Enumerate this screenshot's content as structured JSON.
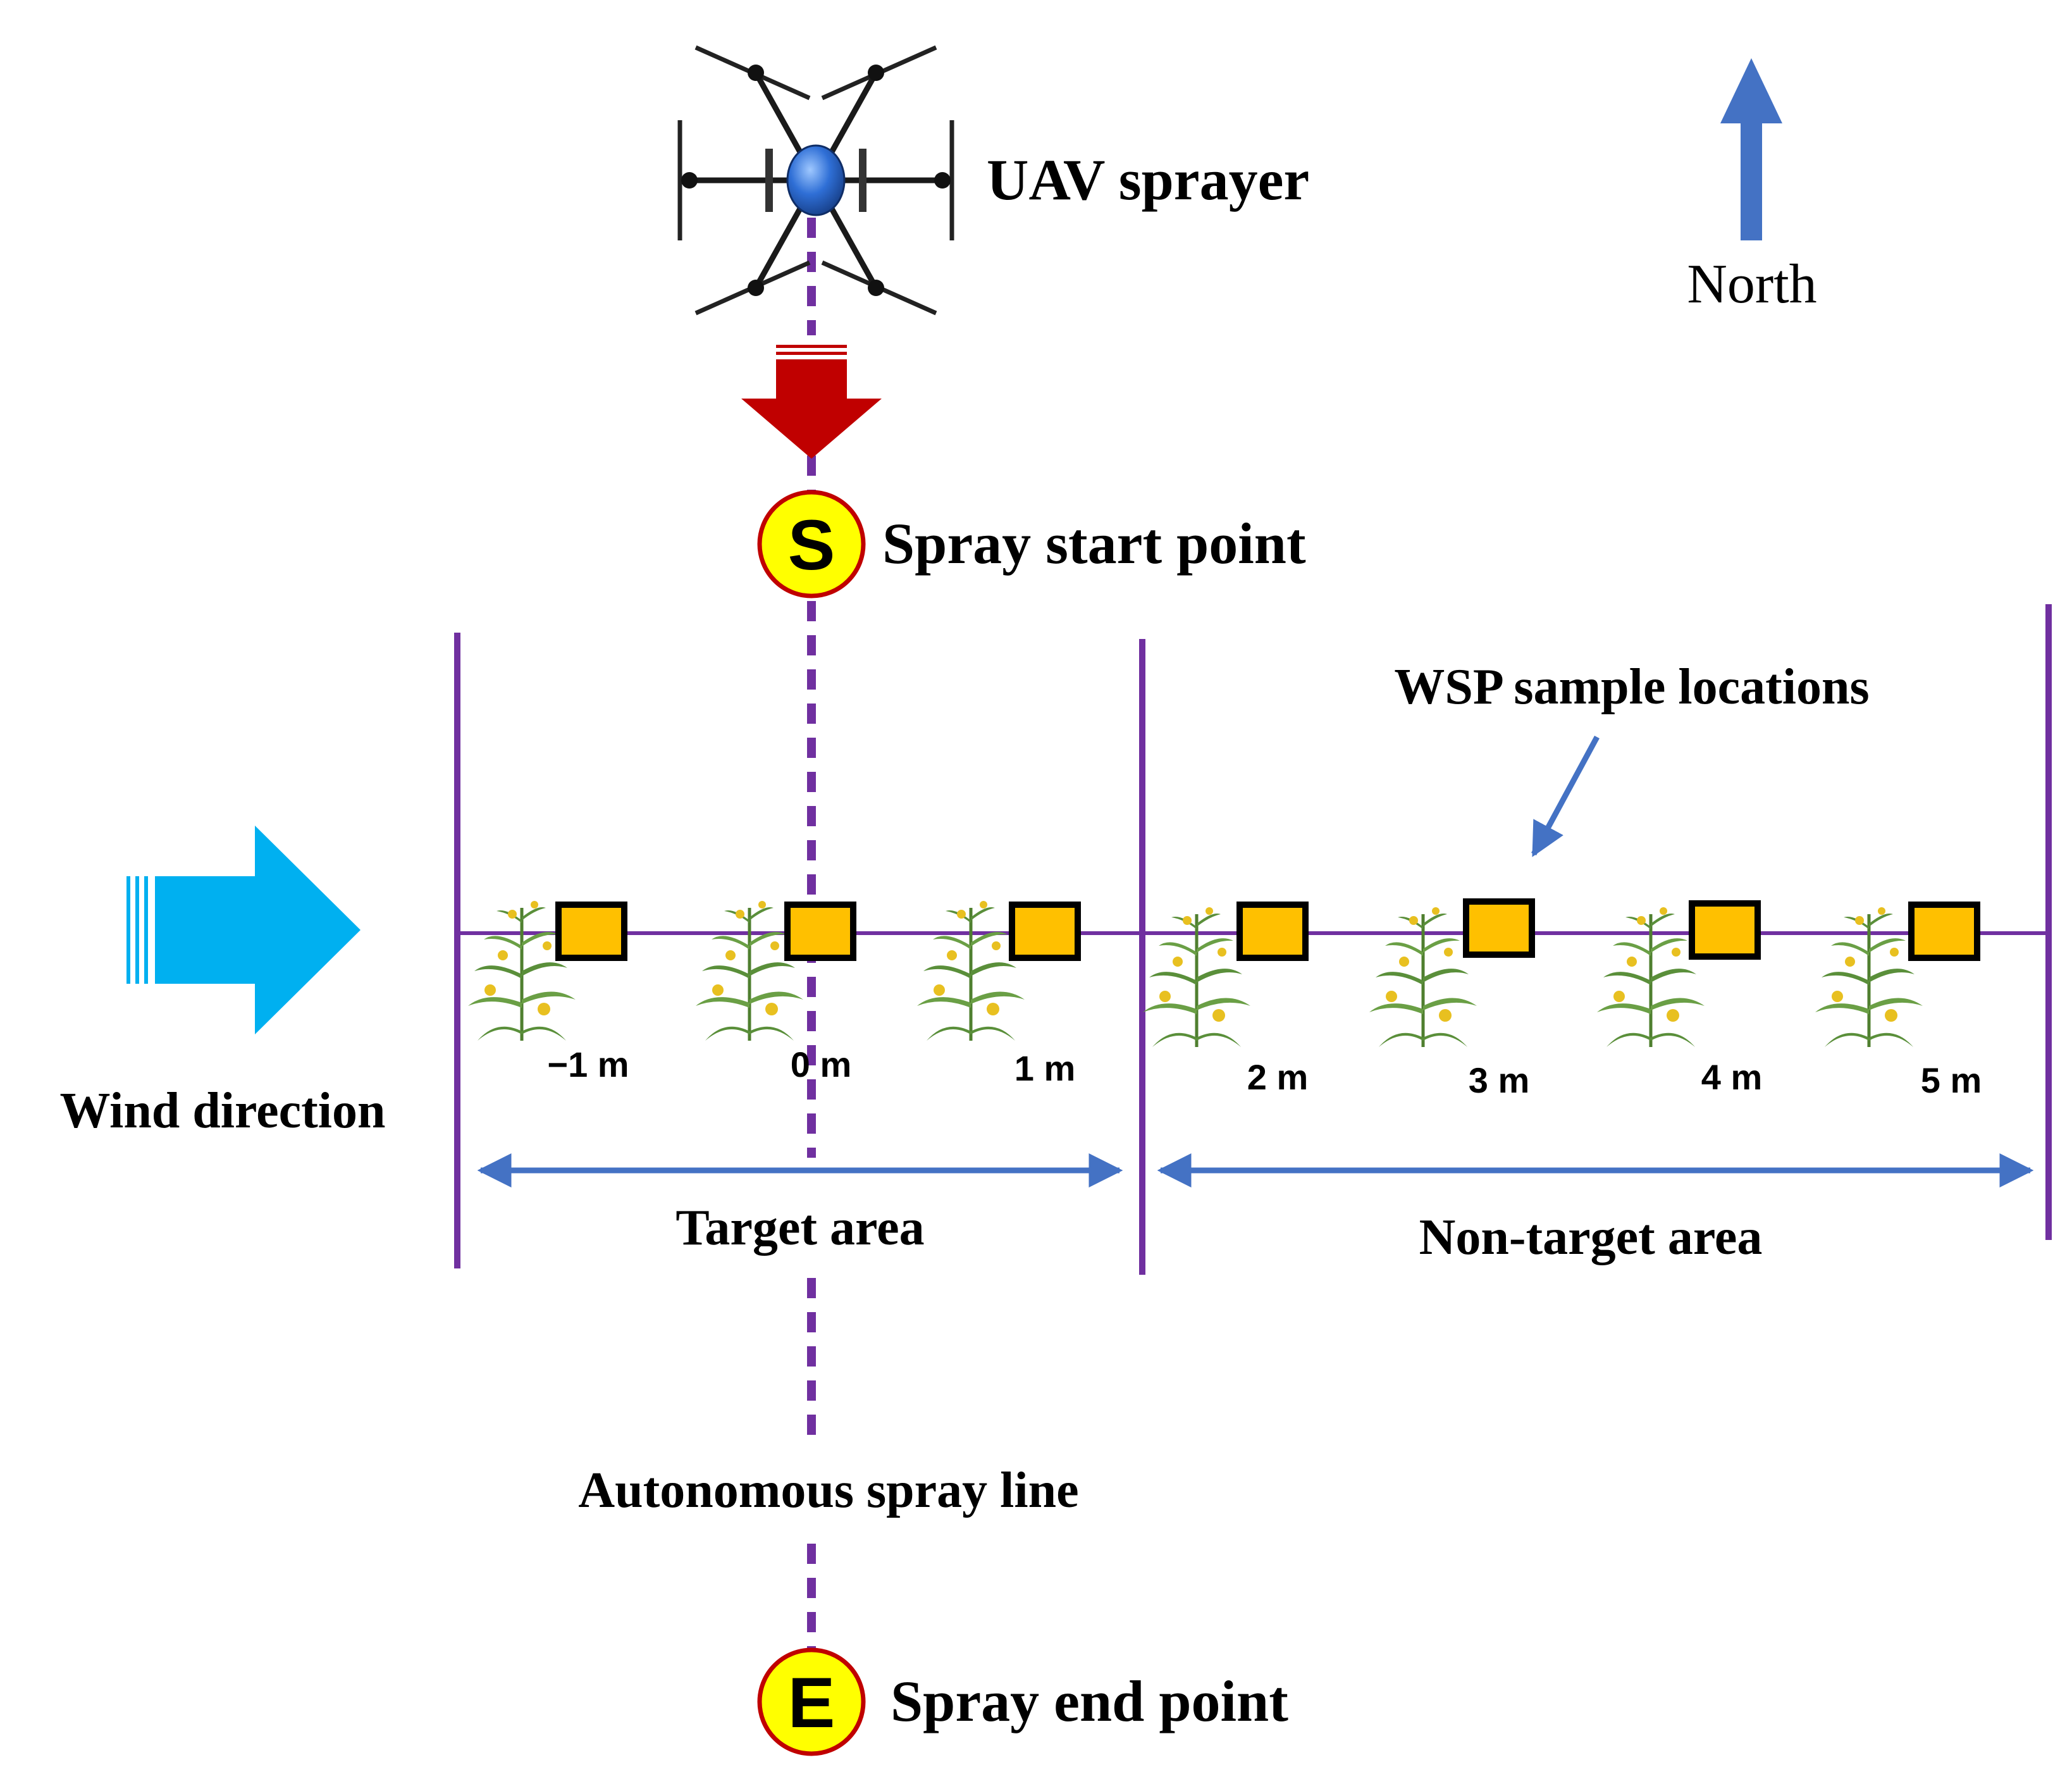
{
  "labels": {
    "uav_sprayer": "UAV sprayer",
    "north": "North",
    "spray_start_point": "Spray start point",
    "spray_end_point": "Spray end point",
    "start_marker": "S",
    "end_marker": "E",
    "wsp_sample_locations": "WSP sample locations",
    "wind_direction": "Wind direction",
    "target_area": "Target area",
    "non_target_area": "Non-target area",
    "autonomous_spray_line": "Autonomous spray line"
  },
  "sample_locations": [
    {
      "label": "−1 m"
    },
    {
      "label": "0 m"
    },
    {
      "label": "1 m"
    },
    {
      "label": "2 m"
    },
    {
      "label": "3 m"
    },
    {
      "label": "4 m"
    },
    {
      "label": "5 m"
    }
  ],
  "colors": {
    "purple_lines": "#7030a0",
    "blue_arrows": "#4472c4",
    "wind_arrow": "#00b0f0",
    "red_arrow": "#c00000",
    "sample_fill": "#ffc000",
    "marker_fill": "#ffff00",
    "marker_stroke": "#c00000",
    "plant_green": "#5a8f3a",
    "flower_yellow": "#e8c020"
  },
  "icons": {
    "drone": "hexacopter-drone-icon",
    "plant": "plant-icon"
  }
}
